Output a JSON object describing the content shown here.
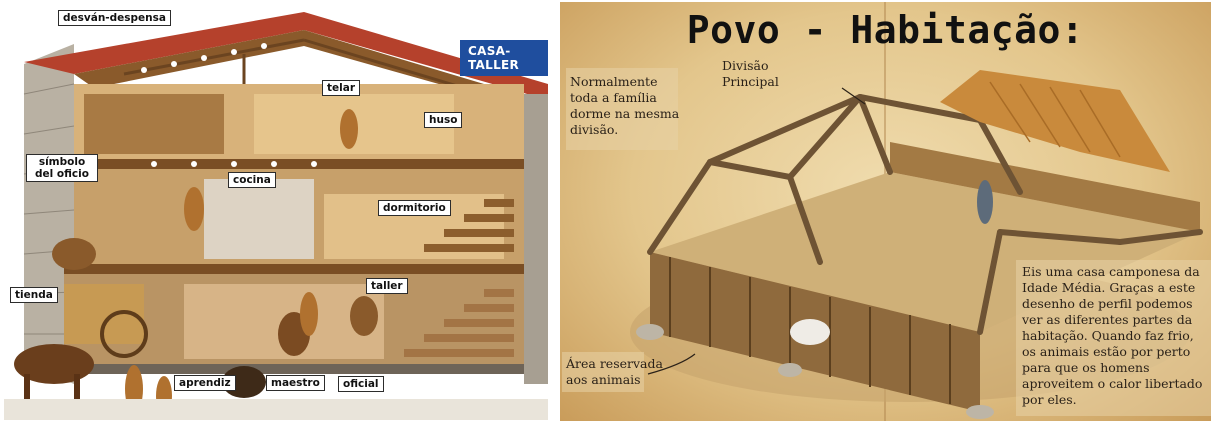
{
  "left_panel": {
    "banner": "CASA-TALLER",
    "labels": {
      "desvan_despensa": "desván-despensa",
      "telar": "telar",
      "huso": "huso",
      "simbolo_del_oficio": "símbolo del oficio",
      "cocina": "cocina",
      "dormitorio": "dormitorio",
      "tienda": "tienda",
      "taller": "taller",
      "aprendiz": "aprendiz",
      "maestro": "maestro",
      "oficial": "oficial"
    }
  },
  "right_panel": {
    "title": "Povo - Habitação:",
    "note_family": "Normalmente toda a família dorme na mesma divisão.",
    "note_division": "Divisão Principal",
    "note_animals": "Área reservada aos animais",
    "description": "Eis uma casa camponesa da Idade Média. Graças a este desenho de perfil podemos ver as diferentes partes da habitação. Quando faz frio, os animais estão por perto para que os homens aproveitem o calor libertado por eles."
  }
}
